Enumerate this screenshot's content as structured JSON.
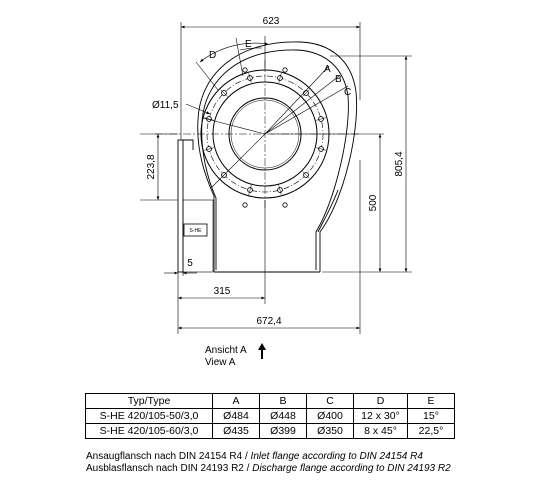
{
  "dimensions": {
    "width_top": "623",
    "width_bottom": "672,4",
    "height_total": "805,4",
    "height_axis": "500",
    "axis_offset": "223,8",
    "flange_width": "5",
    "inlet_offset": "315",
    "hole_dia": "Ø11,5",
    "label_a": "A",
    "label_b": "B",
    "label_c": "C",
    "label_d": "D",
    "label_e": "E"
  },
  "view": {
    "line1": "Ansicht A",
    "line2": "View A"
  },
  "table": {
    "headers": [
      "Typ/Type",
      "A",
      "B",
      "C",
      "D",
      "E"
    ],
    "rows": [
      [
        "S-HE 420/105-50/3,0",
        "Ø484",
        "Ø448",
        "Ø400",
        "12 x 30°",
        "15°"
      ],
      [
        "S-HE 420/105-60/3,0",
        "Ø435",
        "Ø399",
        "Ø350",
        "8 x 45°",
        "22,5°"
      ]
    ]
  },
  "notes": {
    "inlet_de": "Ansaugflansch nach DIN 24154 R4 / ",
    "inlet_en": "Inlet flange according to DIN 24154 R4",
    "outlet_de": "Ausblasflansch nach DIN 24193 R2 / ",
    "outlet_en": "Discharge flange according to DIN 24193 R2"
  },
  "nameplate": "S-HE"
}
